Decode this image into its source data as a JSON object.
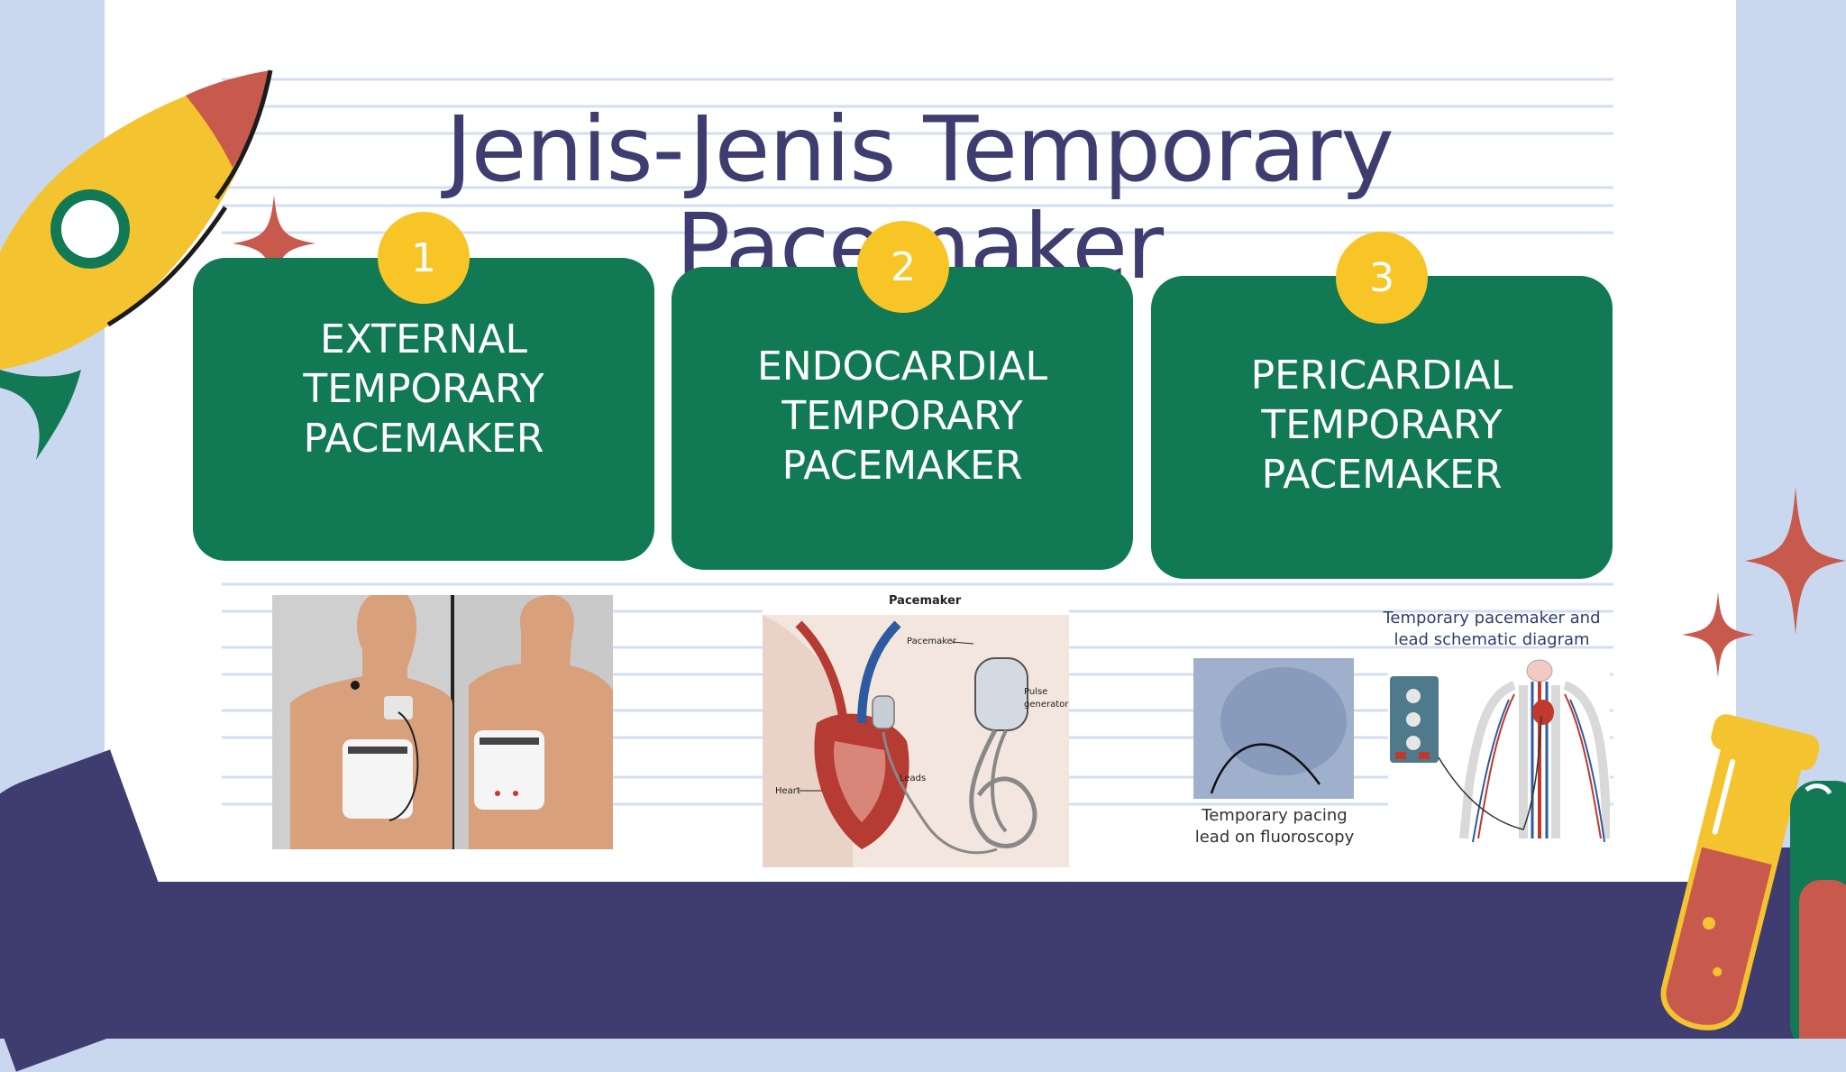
{
  "slide": {
    "title": "Jenis-Jenis Temporary Pacemaker",
    "cards": [
      {
        "number": "1",
        "label": "EXTERNAL TEMPORARY PACEMAKER"
      },
      {
        "number": "2",
        "label": "ENDOCARDIAL TEMPORARY PACEMAKER"
      },
      {
        "number": "3",
        "label": "PERICARDIAL TEMPORARY PACEMAKER"
      }
    ],
    "images": {
      "endocardial": {
        "title": "Pacemaker",
        "labels": {
          "pacemaker": "Pacemaker",
          "pulse_generator_1": "Pulse",
          "pulse_generator_2": "generator",
          "heart": "Heart",
          "leads": "Leads"
        }
      },
      "pericardial": {
        "caption_fluoro_1": "Temporary pacing",
        "caption_fluoro_2": "lead on fluoroscopy",
        "caption_schematic_1": "Temporary pacemaker and",
        "caption_schematic_2": "lead schematic diagram"
      }
    }
  },
  "colors": {
    "background": "#c9d8ef",
    "paper": "#ffffff",
    "card_green": "#117a55",
    "badge_yellow": "#f7c526",
    "title_navy": "#3f3d70",
    "sparkle_red": "#c85a4d"
  }
}
